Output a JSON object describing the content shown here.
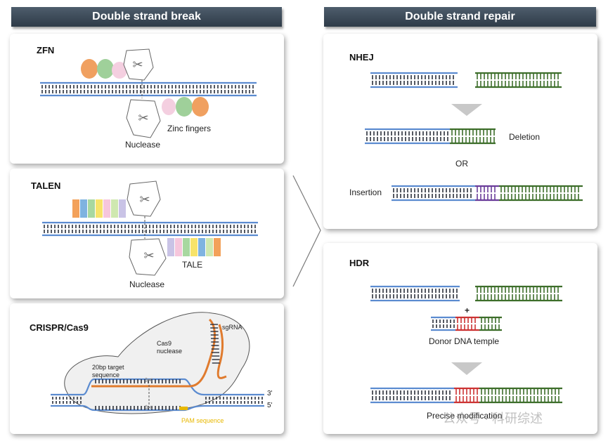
{
  "headers": {
    "break": "Double strand break",
    "repair": "Double strand repair"
  },
  "zfn": {
    "title": "ZFN",
    "nuclease_label": "Nuclease",
    "zinc_label": "Zinc fingers"
  },
  "talen": {
    "title": "TALEN",
    "nuclease_label": "Nuclease",
    "tale_label": "TALE"
  },
  "crispr": {
    "title": "CRISPR/Cas9",
    "cas9_label": "Cas9\nnuclease",
    "target_label": "20bp target\nsequence",
    "sgrna_label": "sgRNA",
    "pam_label": "PAM sequence",
    "three_prime": "3'",
    "five_prime": "5'"
  },
  "nhej": {
    "title": "NHEJ",
    "deletion_label": "Deletion",
    "or_label": "OR",
    "insertion_label": "Insertion"
  },
  "hdr": {
    "title": "HDR",
    "plus": "+",
    "donor_label": "Donor DNA temple",
    "precise_label": "Precise modification"
  },
  "watermark": "公众号 · 科研综述",
  "colors": {
    "blue_strand": "#5b8bd0",
    "green_strand": "#3d6e2a",
    "red_insert": "#cc3333",
    "purple_insert": "#6a3d9a",
    "orange_rna": "#e07b2e",
    "pam_yellow": "#e8b800",
    "header_bg": "#3c4a58"
  }
}
